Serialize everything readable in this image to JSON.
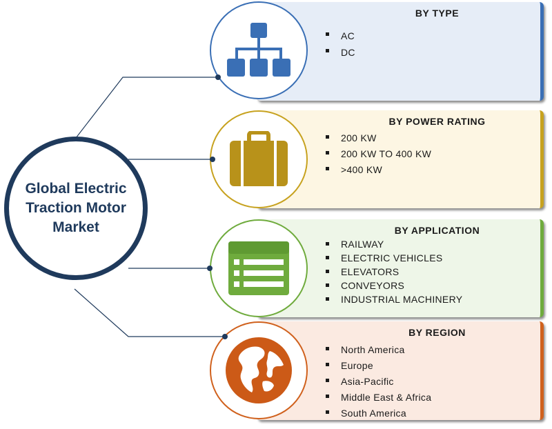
{
  "hub": {
    "title": "Global Electric Traction Motor Market"
  },
  "segments": [
    {
      "title": "BY TYPE",
      "icon": "hierarchy-icon",
      "accent": "#3a6fb5",
      "background": "#e6edf7",
      "items": [
        "AC",
        "DC"
      ]
    },
    {
      "title": "BY POWER RATING",
      "icon": "briefcase-icon",
      "accent": "#c7a21f",
      "background": "#fdf6e3",
      "items": [
        "200 KW",
        "200 KW TO 400 KW",
        ">400 KW"
      ]
    },
    {
      "title": "BY APPLICATION",
      "icon": "list-icon",
      "accent": "#6fab3d",
      "background": "#eef6e8",
      "items": [
        "RAILWAY",
        "ELECTRIC VEHICLES",
        "ELEVATORS",
        "CONVEYORS",
        "INDUSTRIAL MACHINERY"
      ]
    },
    {
      "title": "BY REGION",
      "icon": "globe-icon",
      "accent": "#d0611d",
      "background": "#fbeae1",
      "items": [
        "North America",
        "Europe",
        "Asia-Pacific",
        "Middle East & Africa",
        "South America"
      ]
    }
  ]
}
